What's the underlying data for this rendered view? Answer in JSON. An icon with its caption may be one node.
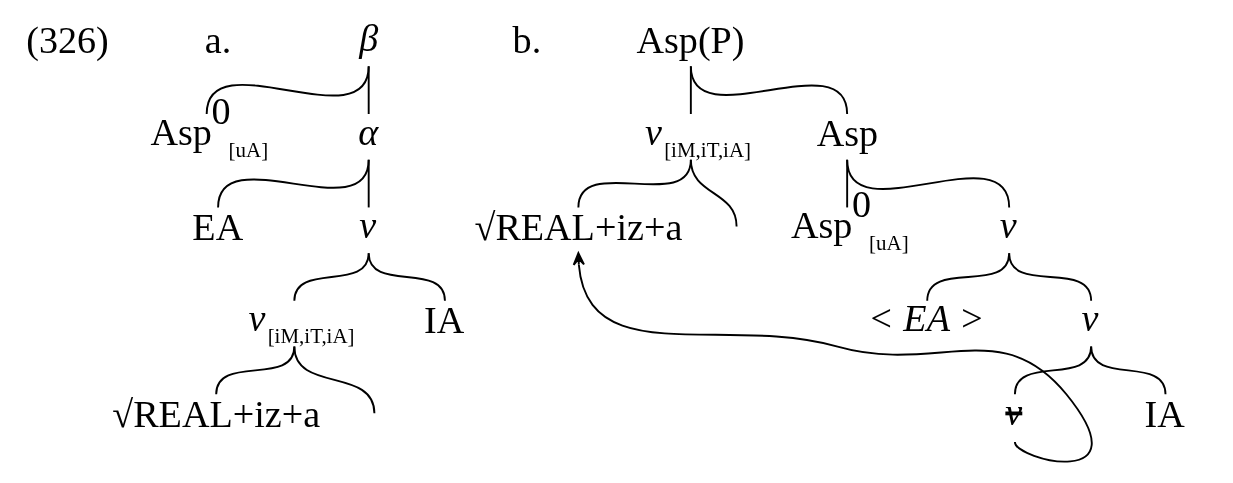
{
  "diagram": {
    "nodes": [
      {
        "text": [
          "β"
        ]
      },
      {
        "text": [
          "Asp$^{0}$$_{[uA]}$"
        ]
      },
      {
        "text": [
          "α"
        ]
      },
      {
        "text": [
          "EA"
        ]
      },
      {
        "text": [
          "v"
        ]
      },
      {
        "text": [
          "*v*$_{[iM,iT,iA]}$"
        ]
      },
      {
        "text": [
          "IA"
        ]
      },
      {
        "text": [
          "√REAL+iz+a"
        ]
      },
      {
        "text": [
          "Asp(P)"
        ]
      },
      {
        "text": [
          "*v*$_{[iM,iT,iA]}$"
        ]
      },
      {
        "text": [
          "Asp"
        ]
      },
      {
        "text": [
          "√REAL+iz+a"
        ]
      },
      {
        "text": [
          "Asp$^{0}$$_{[uA]}$"
        ]
      },
      {
        "text": [
          "v"
        ]
      },
      {
        "text": [
          "< EA >"
        ]
      },
      {
        "text": [
          "v"
        ]
      },
      {
        "text": [
          "v"
        ]
      },
      {
        "text": [
          "IA"
        ]
      }
    ],
    "edges": [
      {
        "from": 0,
        "to": 1,
        "arrow": "none"
      },
      {
        "from": 0,
        "to": 2,
        "arrow": "none"
      },
      {
        "from": 2,
        "to": 3,
        "arrow": "none"
      },
      {
        "from": 2,
        "to": 4,
        "arrow": "none"
      },
      {
        "from": 4,
        "to": 5,
        "arrow": "none"
      },
      {
        "from": 4,
        "to": 6,
        "arrow": "none"
      },
      {
        "from": 5,
        "to": 7,
        "arrow": "none"
      },
      {
        "from": 5,
        "to": null,
        "arrow": "none"
      },
      {
        "from": 8,
        "to": 9,
        "arrow": "none"
      },
      {
        "from": 8,
        "to": 10,
        "arrow": "none"
      },
      {
        "from": 9,
        "to": 11,
        "arrow": "none"
      },
      {
        "from": 9,
        "to": null,
        "arrow": "none"
      },
      {
        "from": 10,
        "to": 12,
        "arrow": "none"
      },
      {
        "from": 10,
        "to": 13,
        "arrow": "none"
      },
      {
        "from": 13,
        "to": 14,
        "arrow": "none"
      },
      {
        "from": 13,
        "to": 15,
        "arrow": "none"
      },
      {
        "from": 15,
        "to": 16,
        "arrow": "none"
      },
      {
        "from": 15,
        "to": 17,
        "arrow": "none"
      },
      {
        "from": 16,
        "to": 11,
        "arrow": "to"
      }
    ],
    "labels": [
      "(326)",
      "a.",
      "b."
    ]
  }
}
